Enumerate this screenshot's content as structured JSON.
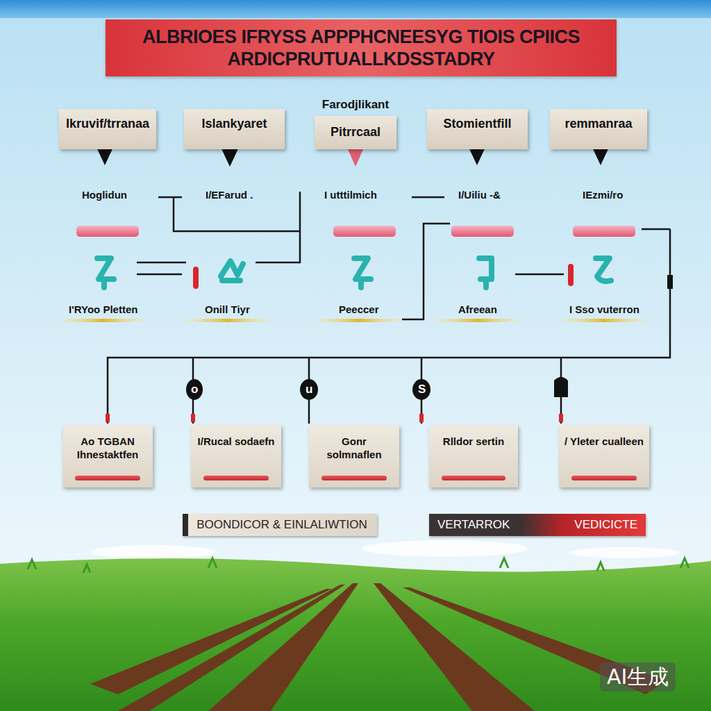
{
  "diagram": {
    "title": "ALBRIOES IFRYSS APPPHCNEESYG TIOIS CPIICS ARDICPRUTUALLKDSSTADRY",
    "nodes": [
      {
        "text": [
          "Ikruvif/trranaa"
        ]
      },
      {
        "text": [
          "Islankyaret"
        ]
      },
      {
        "text": [
          "Farodjlikant",
          "Pitrrcaal"
        ]
      },
      {
        "text": [
          "Stomientfill"
        ]
      },
      {
        "text": [
          "remmanraa"
        ]
      },
      {
        "text": [
          "Ao TGBAN Ihnestaktfen"
        ]
      },
      {
        "text": [
          "I/Rucal sodaefn"
        ]
      },
      {
        "text": [
          "Gonr solmnaflen"
        ]
      },
      {
        "text": [
          "Rlldor sertin"
        ]
      },
      {
        "text": [
          "/ Yleter cualleen"
        ]
      },
      {
        "text": [
          "BOONDICOR & EINLALIWTION"
        ]
      },
      {
        "text": [
          "VERTARROK",
          "VEDICICTE"
        ]
      }
    ],
    "labels": [
      "Hoglidun",
      "I/EFarud .",
      "I utttilmich",
      "I/Uiliu -&",
      "IEzmi/ro",
      "I'RYoo Pletten",
      "Onill Tiyr",
      "Peeccer",
      "Afreean",
      "I Sso vuterron",
      "o",
      "u",
      "S",
      "AI生成"
    ]
  }
}
